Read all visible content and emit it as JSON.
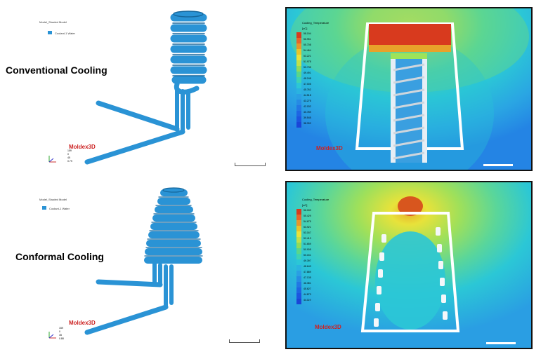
{
  "labels": {
    "top": "Conventional Cooling",
    "bottom": "Conformal Cooling"
  },
  "model_panels": [
    {
      "title": "Model_Shaded Model",
      "legend": "Coolant-1 Water",
      "brand": "Moldex3D",
      "readout": [
        "159",
        "0",
        "45",
        "0.79"
      ]
    },
    {
      "title": "Model_Shaded Model",
      "legend": "Coolant-1 Water",
      "brand": "Moldex3D",
      "readout": [
        "159",
        "0",
        "45",
        "0.88"
      ]
    }
  ],
  "sim_panels": [
    {
      "title": "Cooling_Temperature",
      "unit": "[oC]",
      "brand": "Moldex3D",
      "ticks": [
        "58.194",
        "56.951",
        "55.708",
        "54.464",
        "53.221",
        "51.978",
        "50.735",
        "49.491",
        "48.248",
        "47.005",
        "45.762",
        "44.518",
        "43.275",
        "42.032",
        "40.789",
        "39.545",
        "38.302"
      ]
    },
    {
      "title": "Cooling_Temperature",
      "unit": "[oC]",
      "brand": "Moldex3D",
      "ticks": [
        "56.183",
        "55.429",
        "54.675",
        "53.921",
        "53.167",
        "52.413",
        "51.659",
        "50.905",
        "50.151",
        "49.397",
        "48.643",
        "47.889",
        "47.135",
        "46.381",
        "45.627",
        "44.873",
        "44.119"
      ]
    }
  ],
  "colors": {
    "pipe": "#2a93d5",
    "hot": "#d83a1e",
    "mid": "#e8e23a",
    "cool": "#2bc7d6",
    "cold": "#1c6fe3"
  }
}
